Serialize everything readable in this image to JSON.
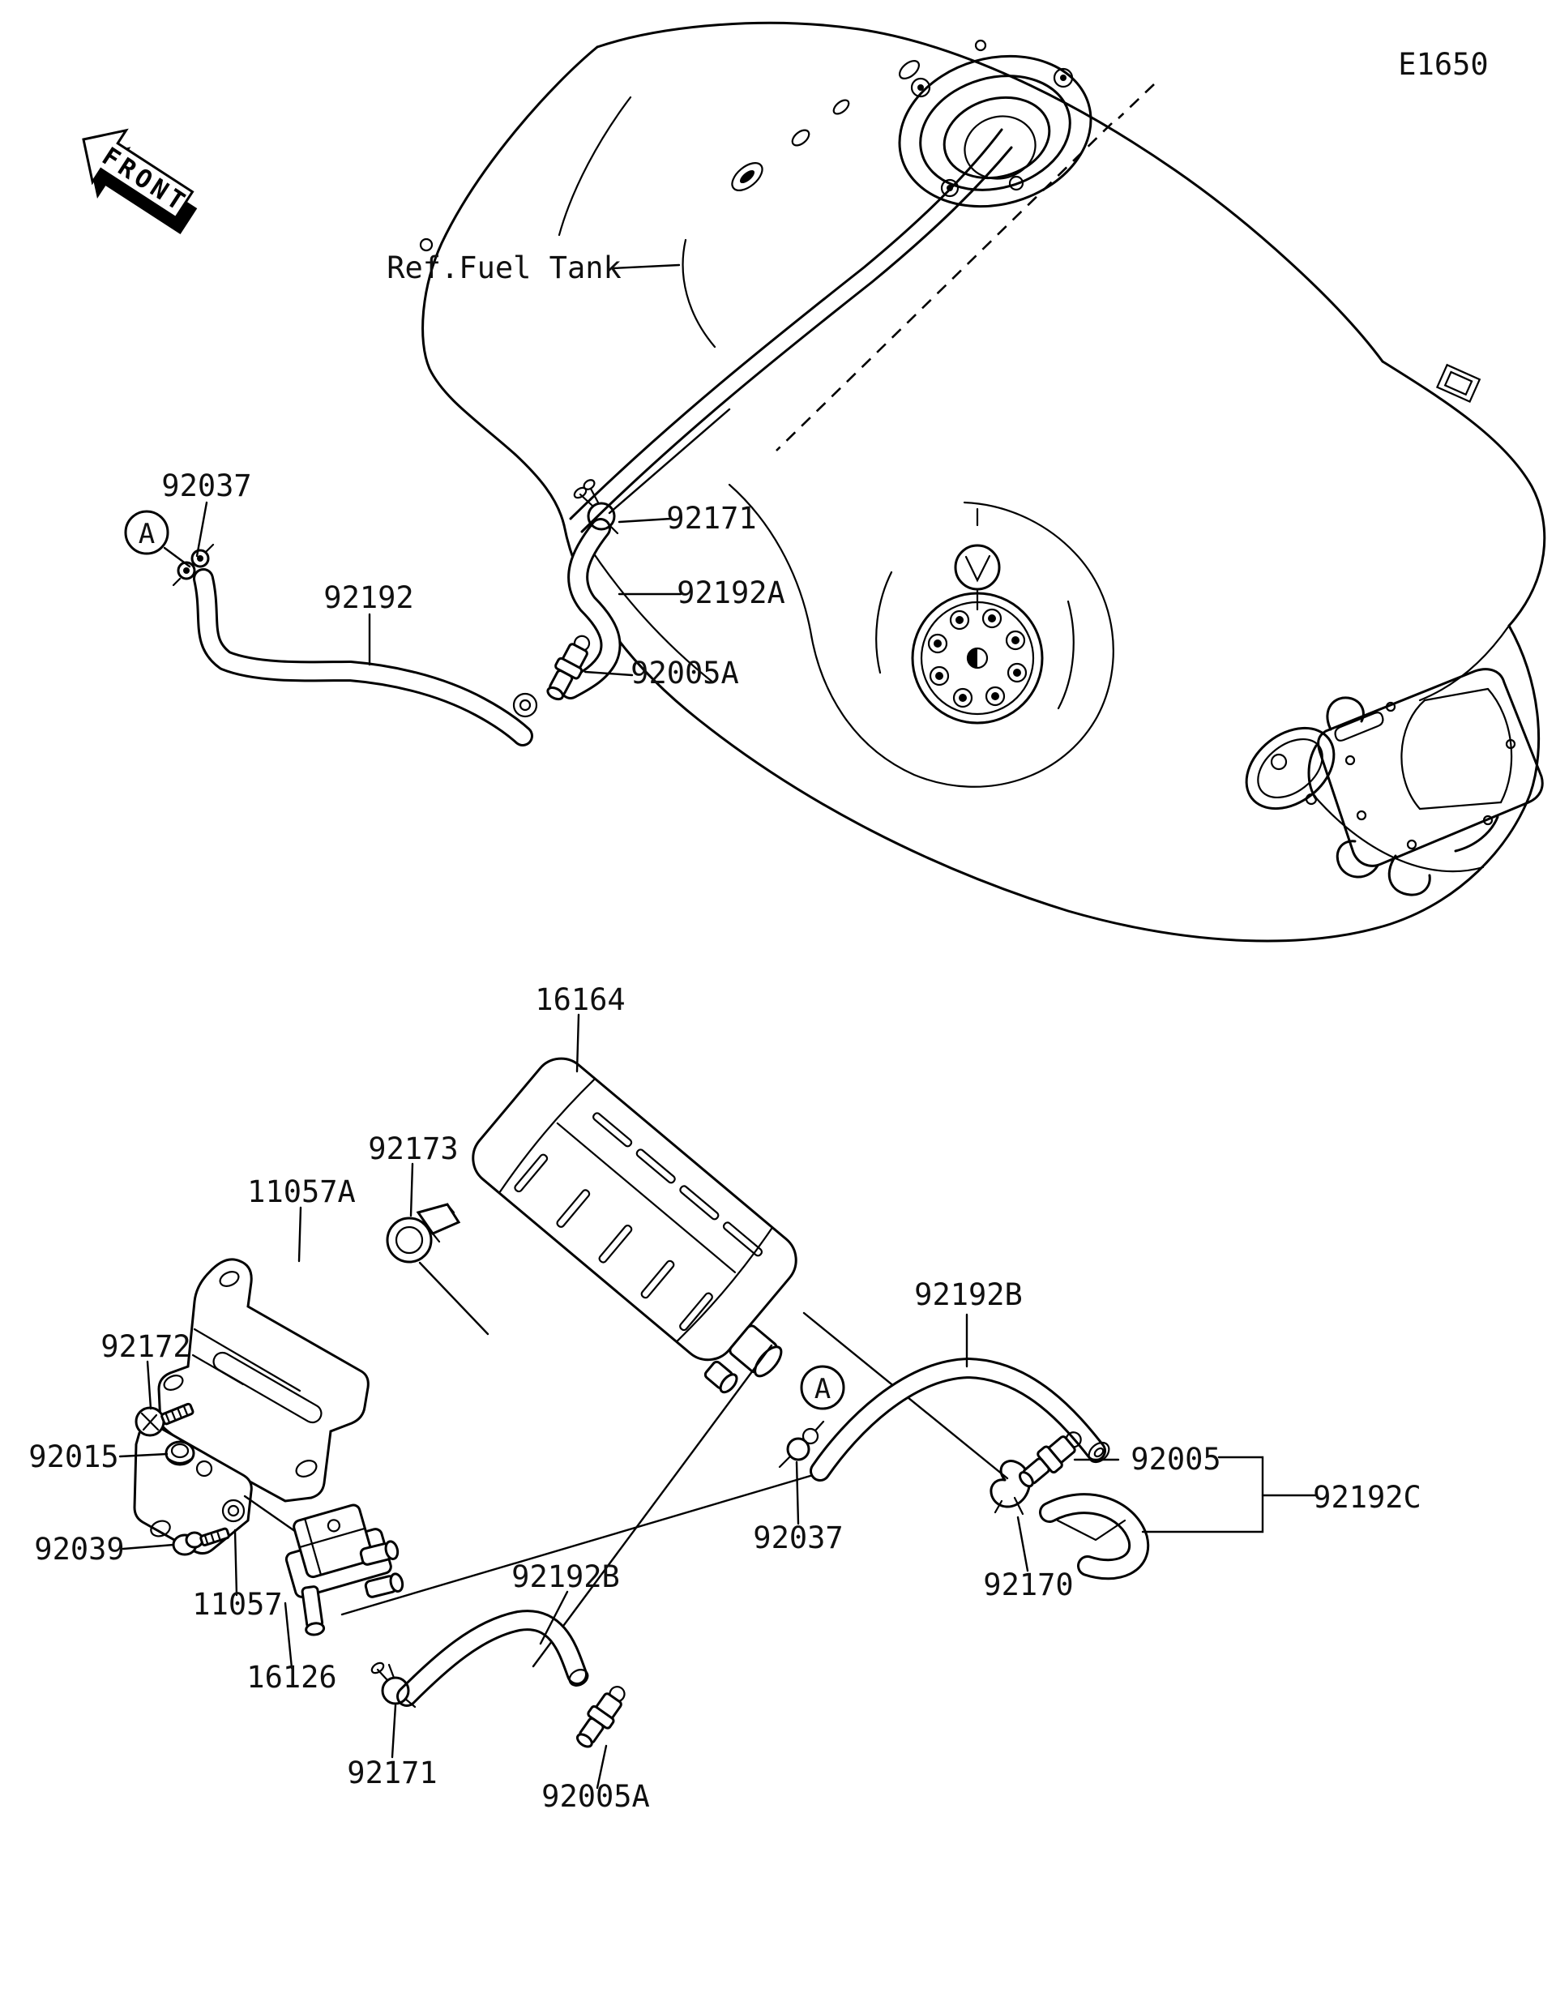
{
  "page": {
    "background": "#ffffff",
    "line_color": "#000000",
    "text_color": "#101010"
  },
  "diagram": {
    "code": "E1650",
    "front_marker": "FRONT",
    "reference_label": "Ref.Fuel Tank",
    "connection_marker": "A",
    "labels": {
      "clamp_92037_top": "92037",
      "clamp_92171_top": "92171",
      "hose_92192": "92192",
      "hose_92192a": "92192A",
      "fitting_92005a_top": "92005A",
      "canister_16164": "16164",
      "clamp_92173": "92173",
      "bracket_11057a": "11057A",
      "screw_92172": "92172",
      "nut_92015": "92015",
      "bolt_92039": "92039",
      "bracket_11057": "11057",
      "valve_16126": "16126",
      "clamp_92171_bottom": "92171",
      "hose_92192b_lower": "92192B",
      "fitting_92005a_bottom": "92005A",
      "clamp_92037_mid": "92037",
      "hose_92192b_upper": "92192B",
      "fitting_92005": "92005",
      "hose_92192c": "92192C",
      "clip_92170": "92170"
    }
  }
}
